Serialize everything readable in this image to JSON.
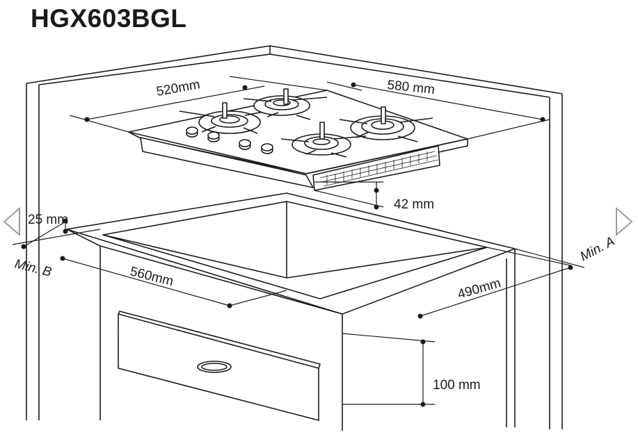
{
  "title": "HGX603BGL",
  "dimensions": {
    "hob_width": "580 mm",
    "hob_depth": "520mm",
    "hob_height": "42 mm",
    "cutout_width": "560mm",
    "cutout_depth": "490mm",
    "front_margin": "25 mm",
    "min_a": "Min. A",
    "min_b": "Min. B",
    "drawer_gap": "100 mm"
  },
  "nav": {
    "prev_icon": "triangle-left-icon",
    "next_icon": "triangle-right-icon"
  },
  "colors": {
    "line": "#1a1a1a",
    "nav_arrow": "#9a9a9a"
  }
}
